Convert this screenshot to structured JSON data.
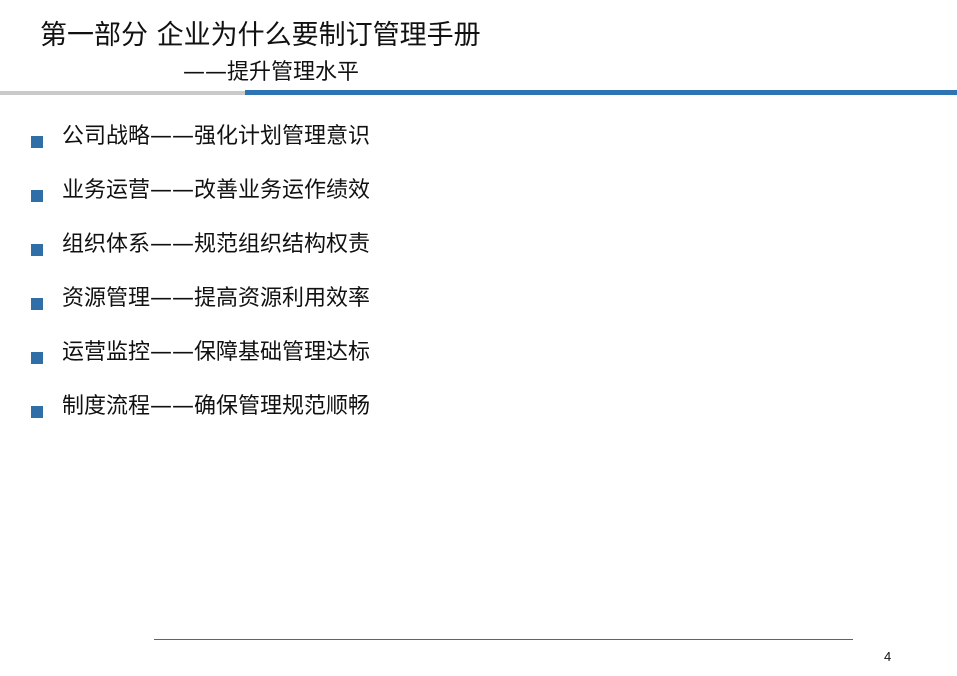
{
  "header": {
    "title": "第一部分 企业为什么要制订管理手册",
    "subtitle": "——提升管理水平"
  },
  "bullets": [
    {
      "text": "公司战略——强化计划管理意识"
    },
    {
      "text": "业务运营——改善业务运作绩效"
    },
    {
      "text": "组织体系——规范组织结构权责"
    },
    {
      "text": "资源管理——提高资源利用效率"
    },
    {
      "text": "运营监控——保障基础管理达标"
    },
    {
      "text": "制度流程——确保管理规范顺畅"
    }
  ],
  "footer": {
    "page_number": "4"
  },
  "colors": {
    "accent_blue": "#2e74b5",
    "bullet_blue": "#2f6ea6",
    "rule_gray": "#c9c9c9",
    "footer_rule": "#4a5bd1"
  }
}
